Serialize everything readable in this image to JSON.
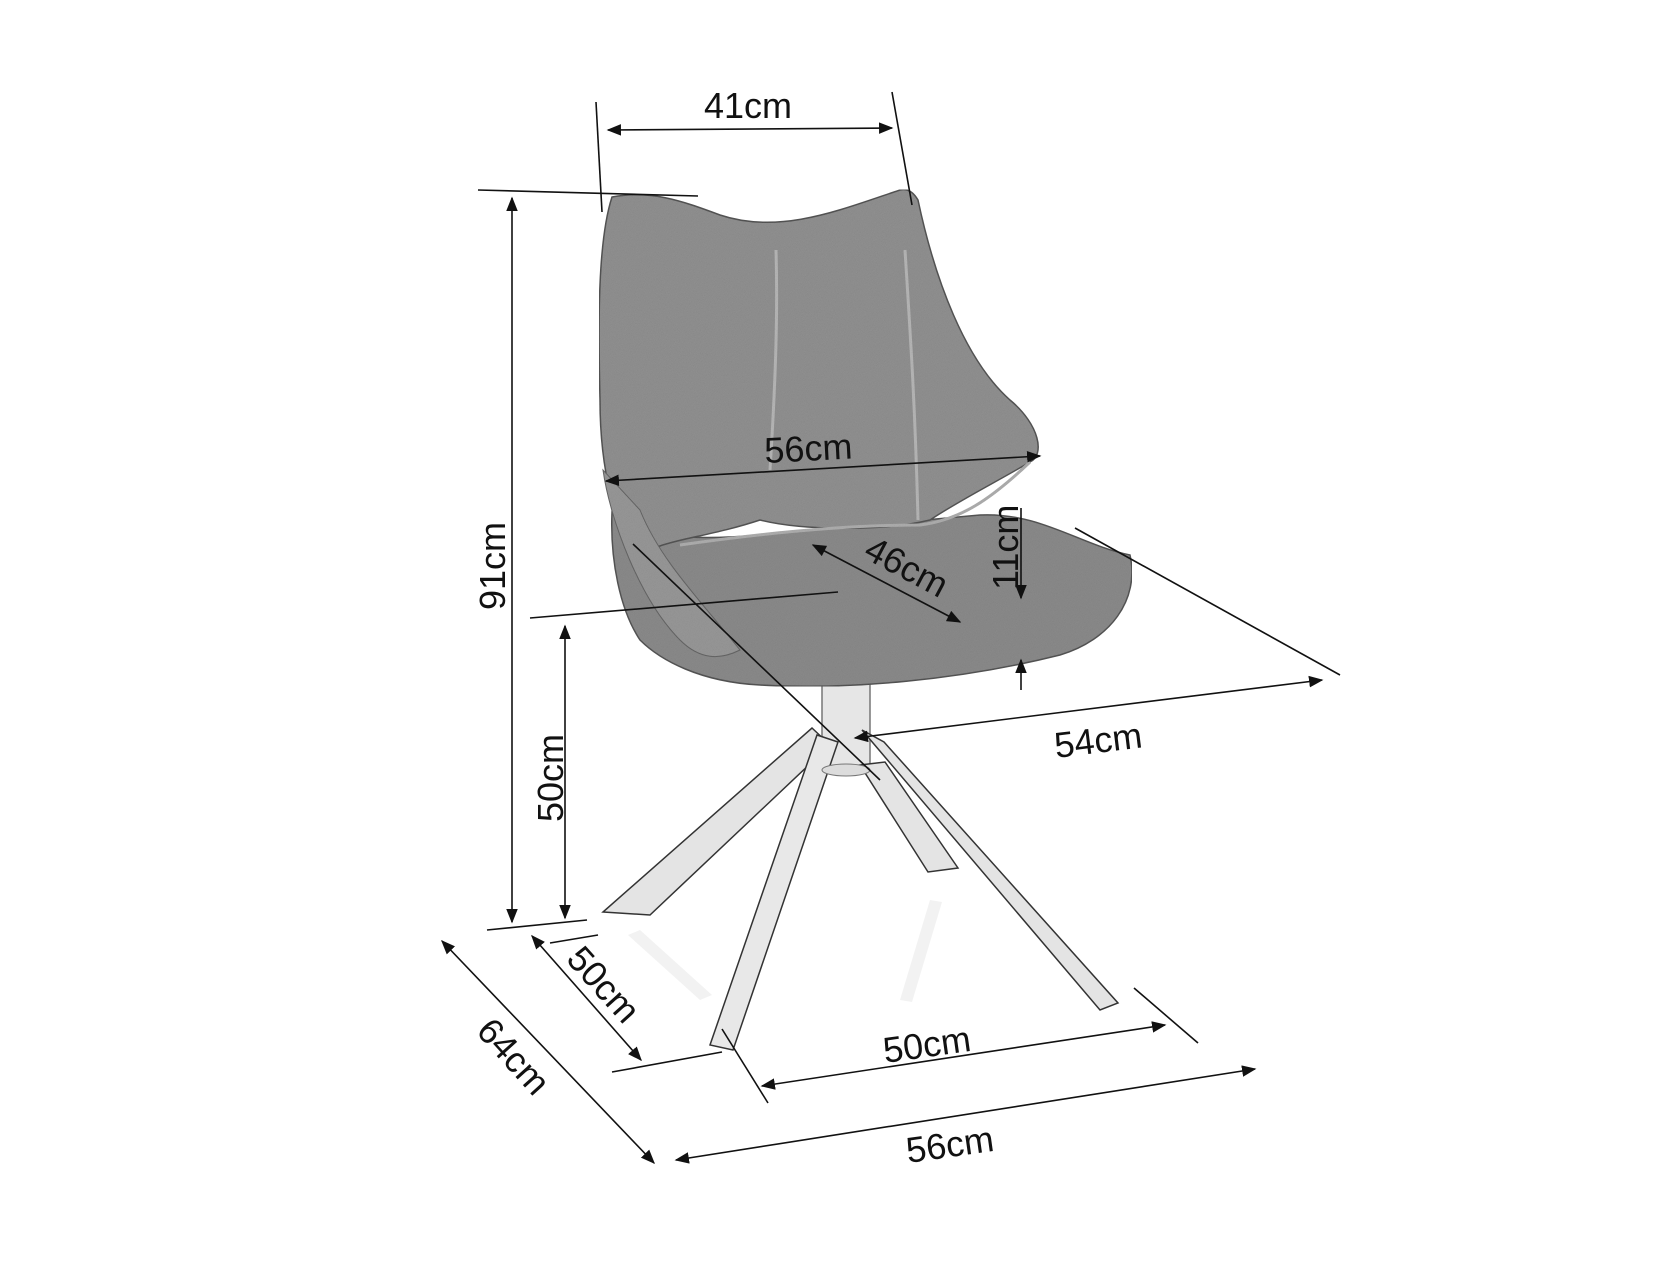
{
  "diagram": {
    "subject": "Swivel dining chair with four-leg base",
    "colors": {
      "fabric": "#8e8e8e",
      "fabric_dark": "#6f6f6f",
      "legs": "#e8e8e8",
      "line": "#111111",
      "background": "#ffffff"
    },
    "dimensions": {
      "backrest_width": "41cm",
      "total_height": "91cm",
      "seat_height": "50cm",
      "overall_width": "56cm",
      "seat_depth": "46cm",
      "armrest_height": "11cm",
      "seat_shell_depth": "54cm",
      "base_depth": "50cm",
      "overall_depth": "64cm",
      "base_width": "50cm",
      "base_overall_width": "56cm"
    }
  }
}
